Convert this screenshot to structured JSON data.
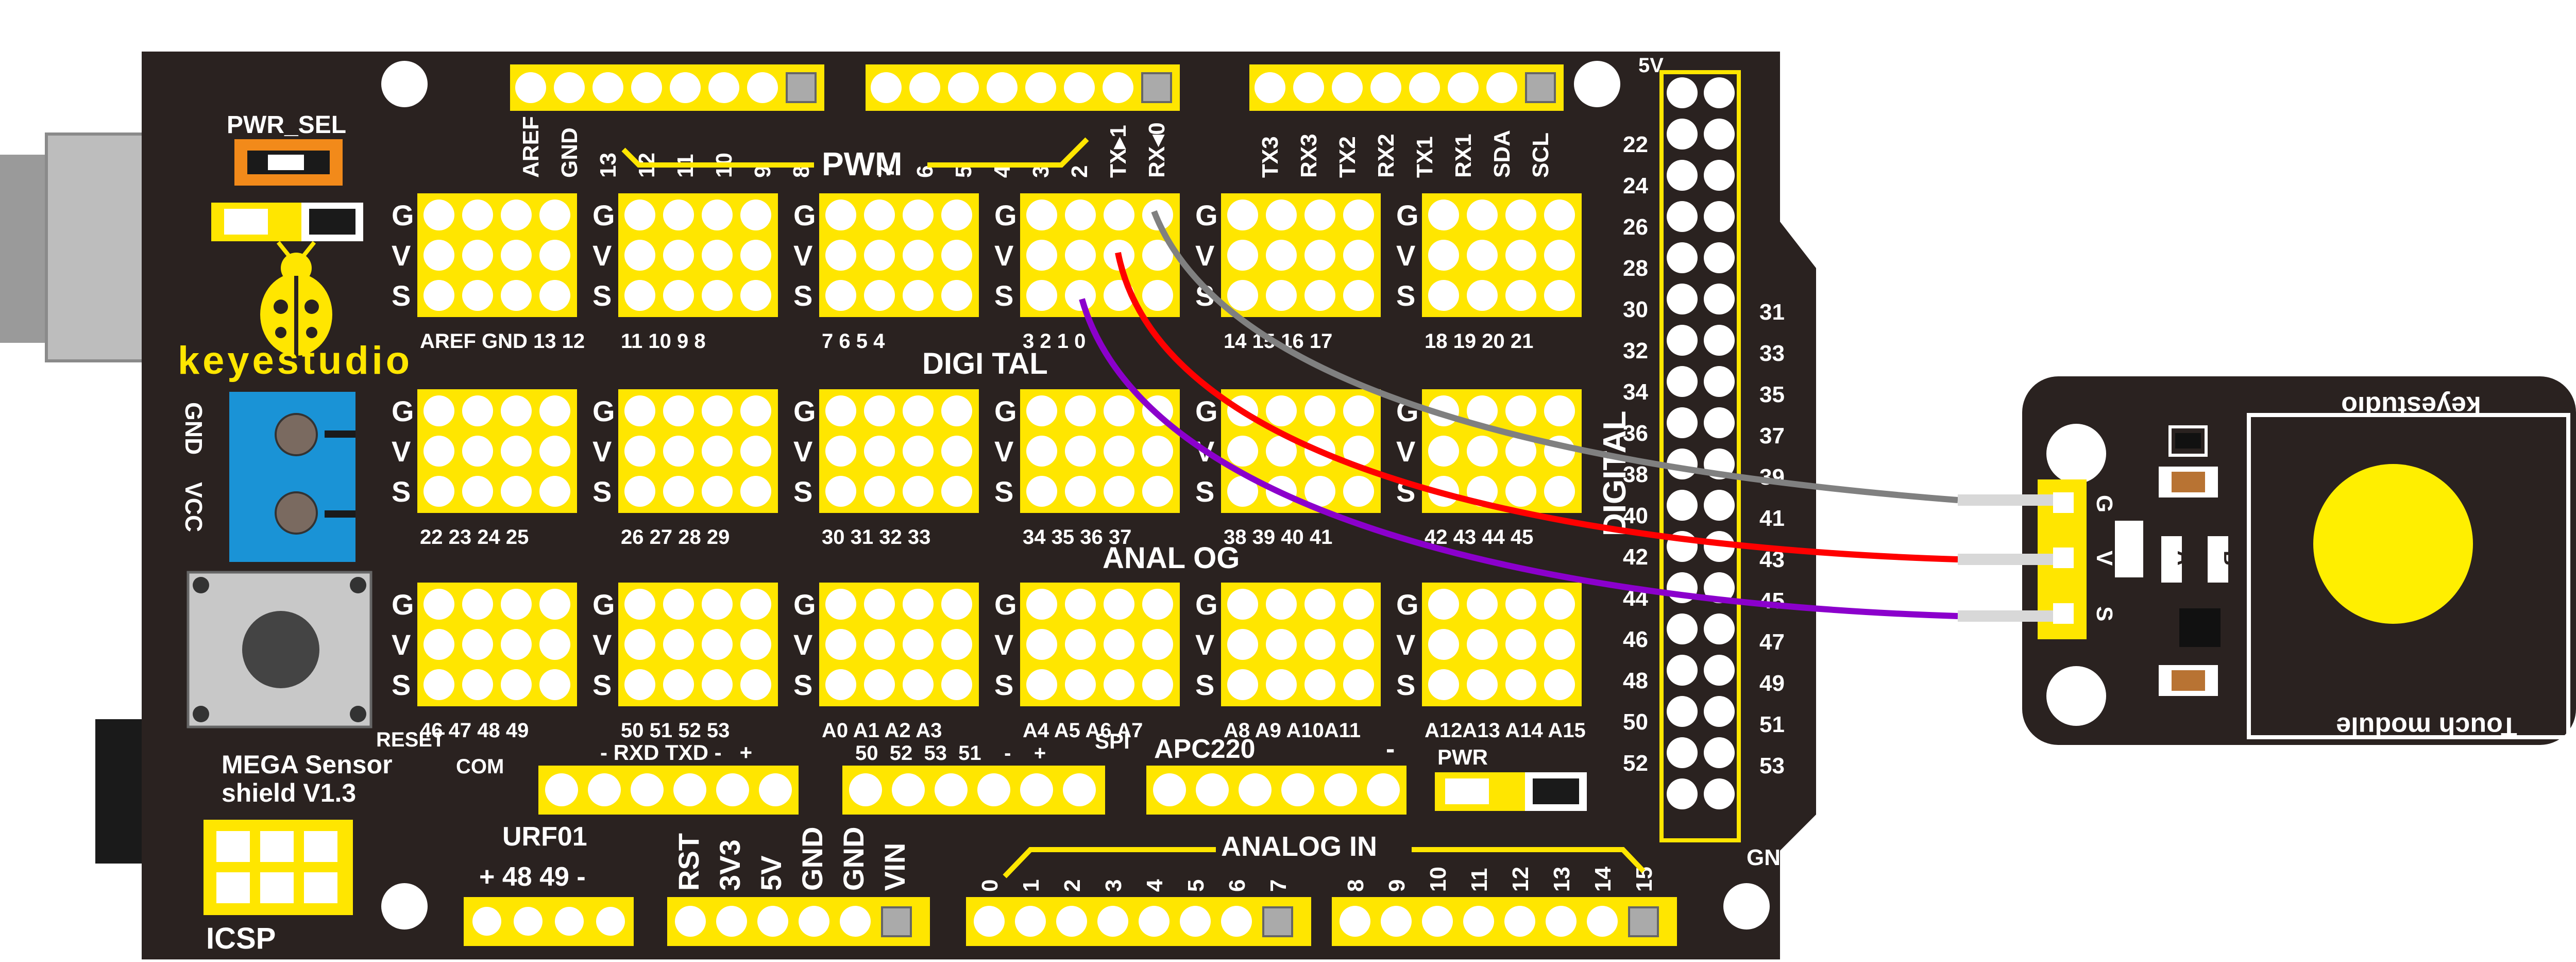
{
  "shield": {
    "brand": "keyestudio",
    "model_line1": "MEGA Sensor",
    "model_line2": "shield V1.3",
    "pwr_sel": "PWR_SEL",
    "gnd_label": "GND",
    "vcc_label": "VCC",
    "reset_label": "RESET",
    "com_label": "COM",
    "icsp_label": "ICSP",
    "urf_label": "URF01",
    "urf_pins": "+ 48 49 -",
    "rxd_txd": "- RXD TXD -   +",
    "serial_pins": "50  52  53  51    -    +",
    "spi_label": "SPI",
    "apc_label": "APC220",
    "apc_minus": "-",
    "pwr_led": "PWR",
    "pwm_label": "PWM",
    "digital_label": "DIGI TAL",
    "digital_vertical": "DIGITAL",
    "analog_label": "ANAL OG",
    "analog_in": "ANALOG IN",
    "five_v": "5V",
    "gnd_bottom": "GND",
    "gvs": [
      "G",
      "V",
      "S"
    ]
  },
  "headers": {
    "top1": [
      "AREF",
      "GND",
      "13",
      "12",
      "11",
      "10",
      "9",
      "8"
    ],
    "top2": [
      "7",
      "6",
      "5",
      "4",
      "3",
      "2",
      "TX▸1",
      "RX◂0"
    ],
    "top3": [
      "TX3",
      "RX3",
      "TX2",
      "RX2",
      "TX1",
      "RX1",
      "SDA",
      "SCL"
    ],
    "power": [
      "RST",
      "3V3",
      "5V",
      "GND",
      "GND",
      "VIN"
    ],
    "analog1": [
      "0",
      "1",
      "2",
      "3",
      "4",
      "5",
      "6",
      "7"
    ],
    "analog2": [
      "8",
      "9",
      "10",
      "11",
      "12",
      "13",
      "14",
      "15"
    ]
  },
  "blocks": {
    "row1": [
      "AREF GND 13  12",
      "11  10  9   8",
      "7   6   5   4",
      "3   2   1   0",
      "14  15  16  17",
      "18  19  20  21"
    ],
    "row2": [
      "22 23 24 25",
      "26 27 28 29",
      "30 31 32 33",
      "34 35 36 37",
      "38 39 40 41",
      "42 43 44 45"
    ],
    "row3": [
      "46 47 48 49",
      "50 51 52 53",
      "A0 A1 A2 A3",
      "A4 A5 A6 A7",
      "A8 A9 A10A11",
      "A12A13 A14 A15"
    ]
  },
  "right_header": {
    "left_numbers": [
      "22",
      "24",
      "26",
      "28",
      "30",
      "32",
      "34",
      "36",
      "38",
      "40",
      "42",
      "44",
      "46",
      "48",
      "50",
      "52"
    ],
    "right_numbers": [
      "31",
      "33",
      "35",
      "37",
      "39",
      "41",
      "43",
      "45",
      "47",
      "49",
      "51",
      "53"
    ]
  },
  "module": {
    "brand": "keyestudio",
    "name": "Touch module",
    "pins": [
      "G",
      "V",
      "S"
    ],
    "led_a": "A",
    "led_b": "B"
  },
  "colors": {
    "board": "#2a2220",
    "silk": "#ffe600",
    "wire_g": "#808080",
    "wire_v": "#ff0000",
    "wire_s": "#8b00cc",
    "pad": "#ffef00"
  }
}
